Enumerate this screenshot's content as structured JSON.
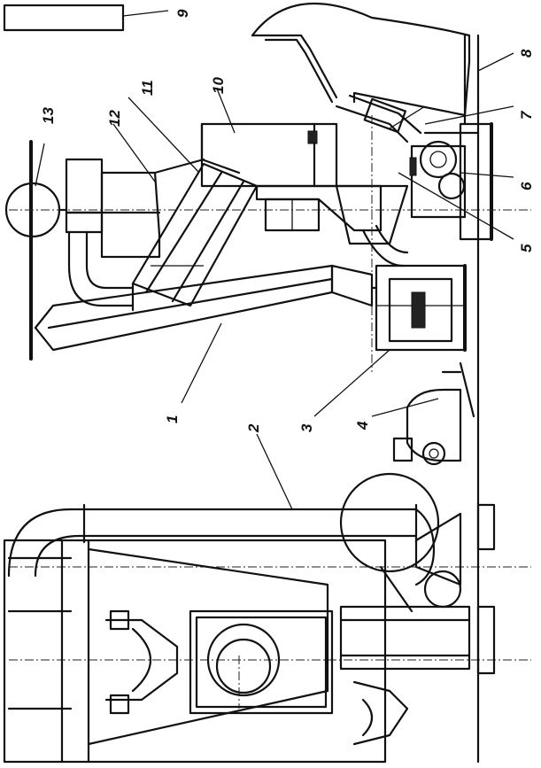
{
  "callouts": [
    {
      "id": "1",
      "text": "1"
    },
    {
      "id": "2",
      "text": "2"
    },
    {
      "id": "3",
      "text": "3"
    },
    {
      "id": "4",
      "text": "4"
    },
    {
      "id": "5",
      "text": "5"
    },
    {
      "id": "6",
      "text": "6"
    },
    {
      "id": "7",
      "text": "7"
    },
    {
      "id": "8",
      "text": "8"
    },
    {
      "id": "9",
      "text": "9"
    },
    {
      "id": "10",
      "text": "10"
    },
    {
      "id": "11",
      "text": "11"
    },
    {
      "id": "12",
      "text": "12"
    },
    {
      "id": "13",
      "text": "13"
    }
  ]
}
